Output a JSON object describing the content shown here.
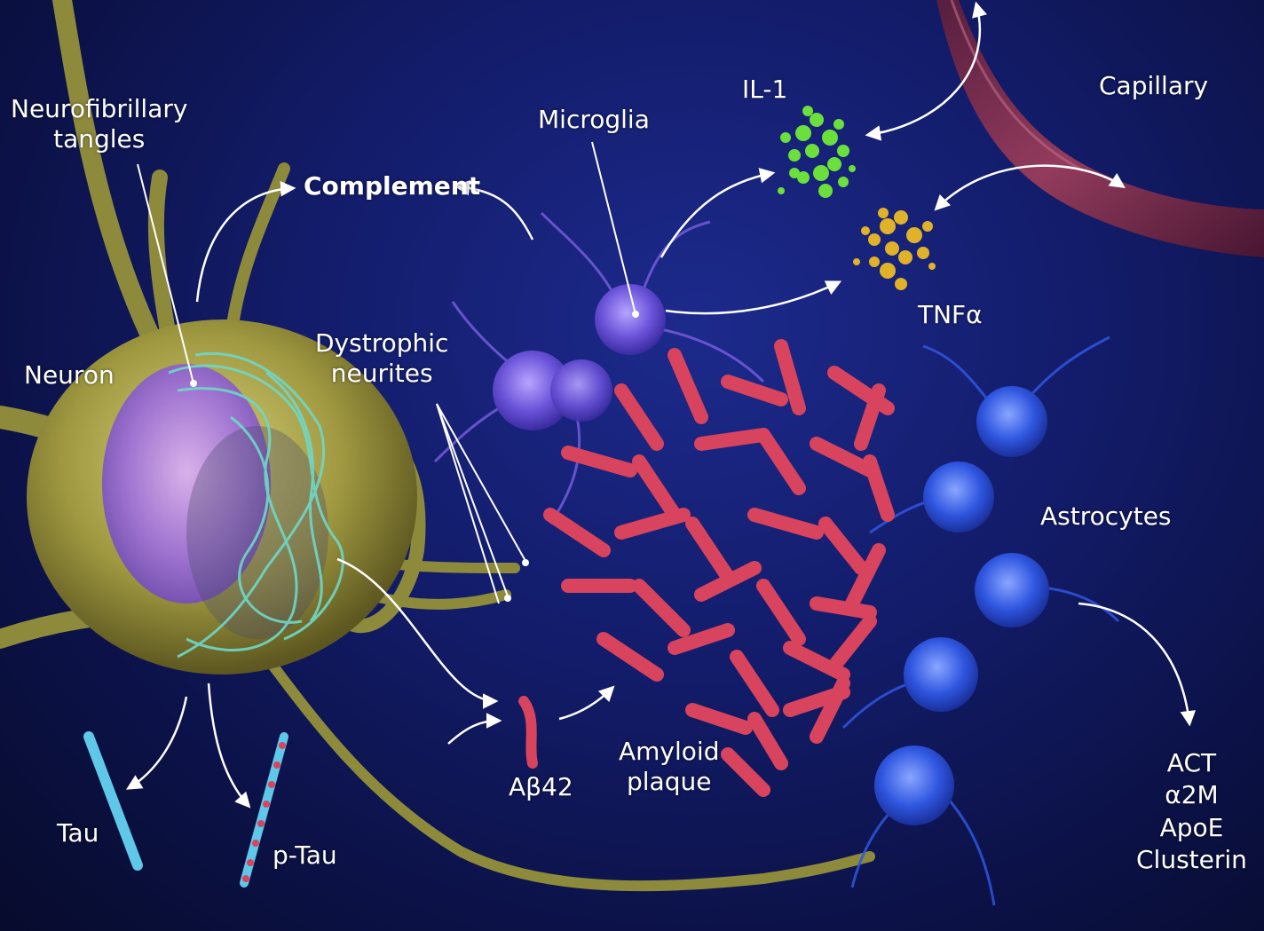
{
  "labels": {
    "neurofibrillary": "Neurofibrillary",
    "tangles": "tangles",
    "complement": "Complement",
    "microglia": "Microglia",
    "il1": "IL-1",
    "capillary": "Capillary",
    "tnf": "TNFα",
    "neuron": "Neuron",
    "dystrophic": "Dystrophic",
    "neurites": "neurites",
    "astrocytes": "Astrocytes",
    "abeta": "Aβ42",
    "amyloid": "Amyloid",
    "plaque": "plaque",
    "tau": "Tau",
    "ptau": "p-Tau",
    "act": "ACT",
    "a2m": "α2M",
    "apoe": "ApoE",
    "clusterin": "Clusterin"
  },
  "colors": {
    "background": "#131c6a",
    "neuron": "#a9a24a",
    "nucleus": "#a67bd6",
    "tangles": "#6fd8c8",
    "microglia": "#7a5fe0",
    "astrocytes": "#2f56e0",
    "amyloid": "#d8435e",
    "il1": "#6be03c",
    "tnf": "#e0b22a",
    "capillary": "#7a2a4a",
    "tau": "#5fc8e8",
    "arrow": "#ffffff"
  }
}
